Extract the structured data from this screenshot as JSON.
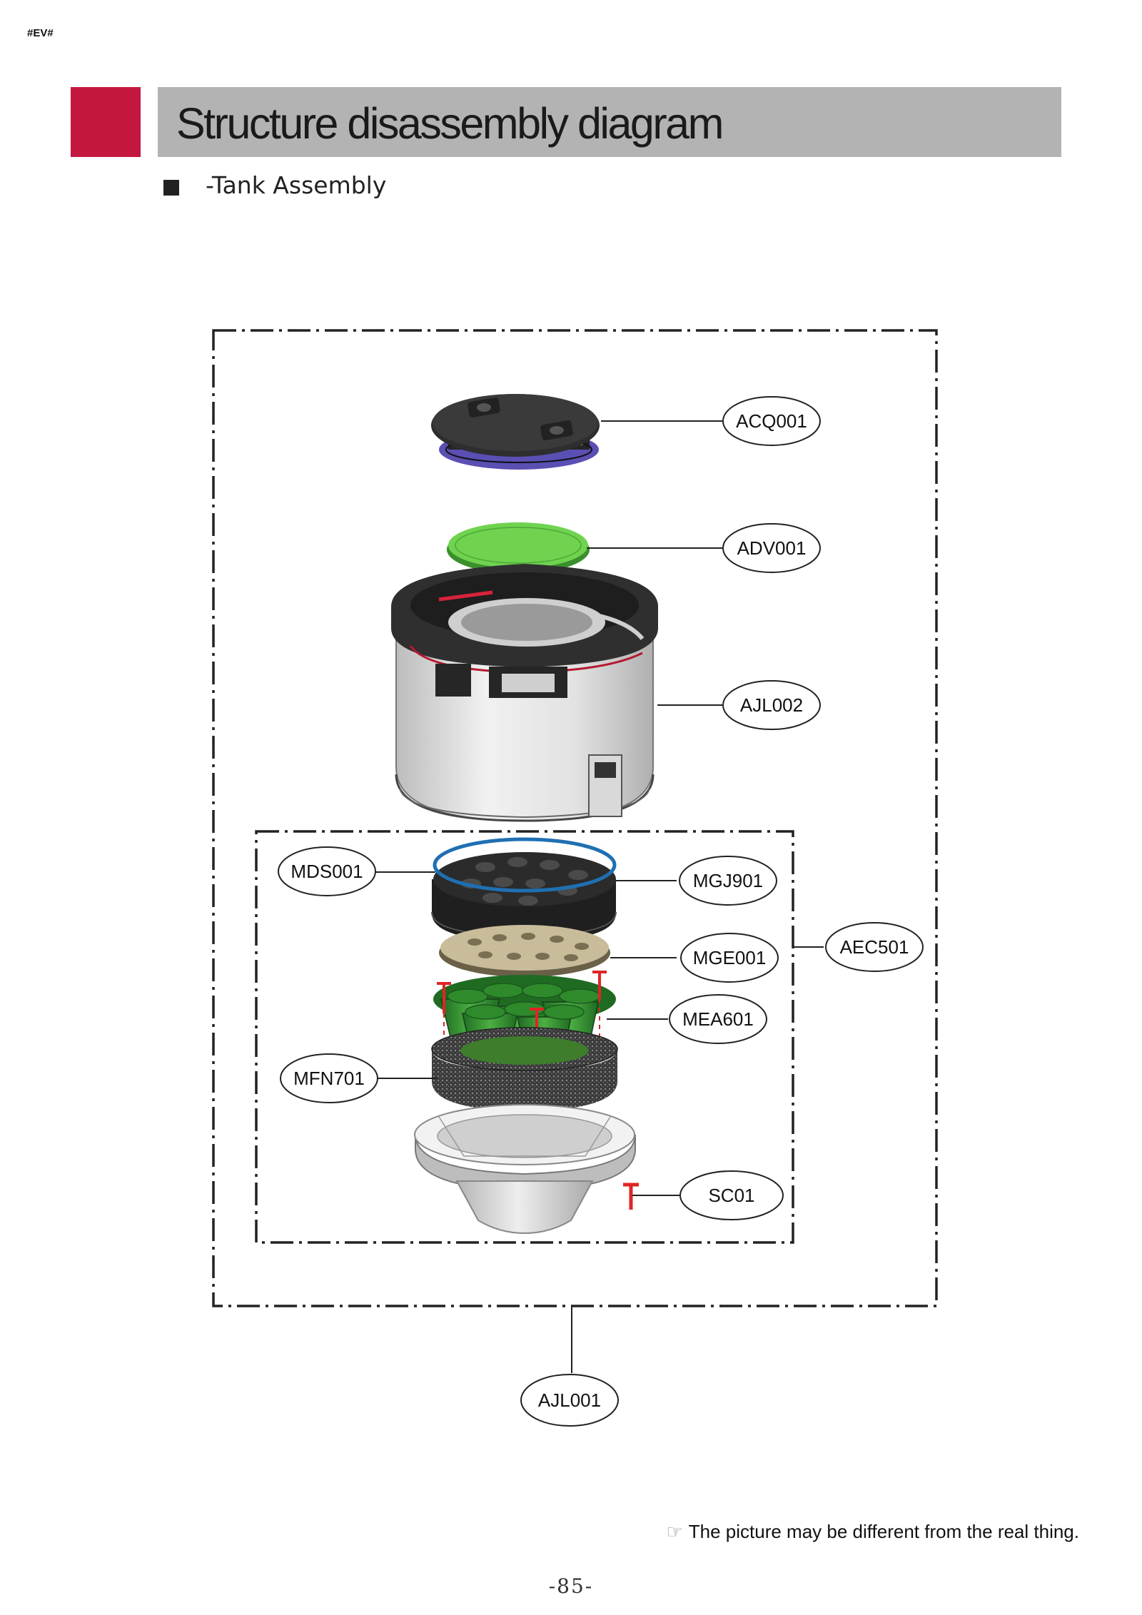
{
  "header": {
    "corner_tag": "#EV#",
    "title": "Structure disassembly diagram",
    "section": "-Tank Assembly"
  },
  "parts": {
    "acq001": "ACQ001",
    "adv001": "ADV001",
    "ajl002": "AJL002",
    "mds001": "MDS001",
    "mgj901": "MGJ901",
    "aec501": "AEC501",
    "mge001": "MGE001",
    "mea601": "MEA601",
    "mfn701": "MFN701",
    "sc01": "SC01",
    "ajl001": "AJL001"
  },
  "footer": {
    "hand_icon": "pointing-hand-icon",
    "note": "The picture may be different from the real thing.",
    "page": "-85-"
  },
  "colors": {
    "accent_red": "#c4173f",
    "title_bar": "#b3b3b3",
    "filter_green": "#3f9a3a",
    "disc_green": "#6fd34f",
    "screw_red": "#e02525",
    "ring_blue": "#1f6fb2"
  }
}
